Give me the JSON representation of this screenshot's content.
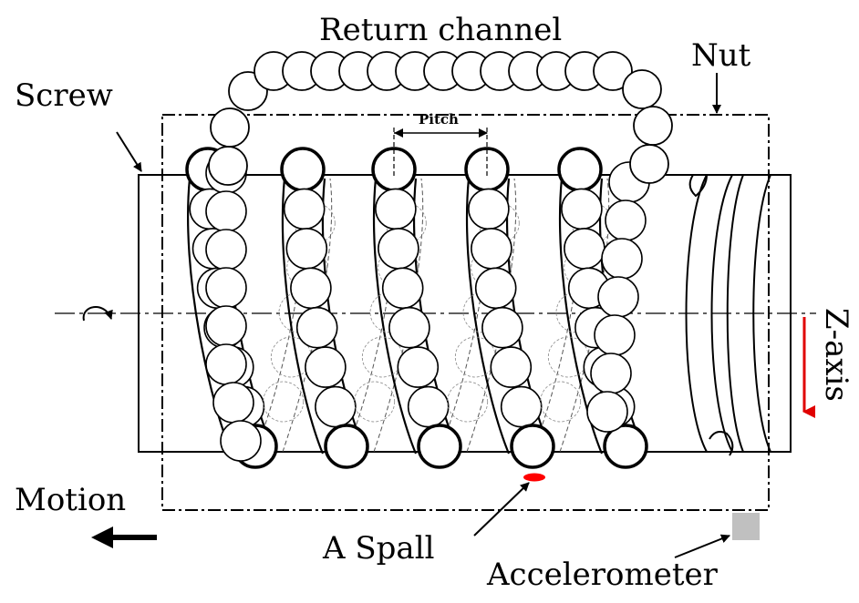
{
  "labels": {
    "return_channel": "Return channel",
    "nut": "Nut",
    "screw": "Screw",
    "pitch": "Pitch",
    "z_axis": "Z-axis",
    "motion": "Motion",
    "spall": "A Spall",
    "accelerometer": "Accelerometer"
  },
  "colors": {
    "line": "#000000",
    "z_axis_arrow": "#e00000",
    "spall": "#ff0000",
    "accelerometer": "#c0c0c0",
    "ball_fill": "#ffffff"
  },
  "components": {
    "visible_thread_turns": 5,
    "rotation_icon": "rotation-arrow-icon",
    "motion_icon": "left-arrow-icon"
  }
}
